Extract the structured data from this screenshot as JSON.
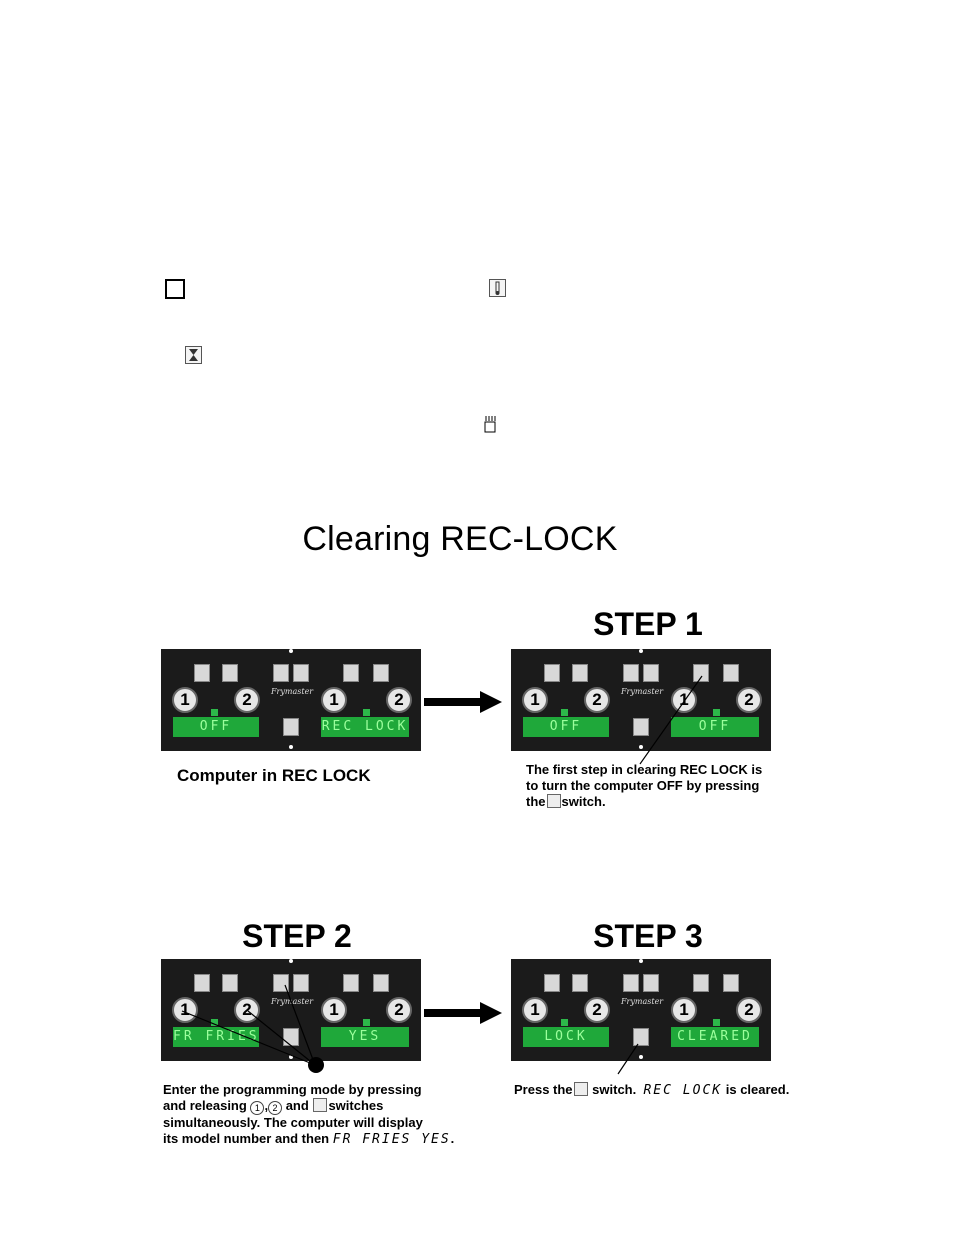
{
  "title": "Clearing REC-LOCK",
  "steps": {
    "step1": "STEP 1",
    "step2": "STEP 2",
    "step3": "STEP 3"
  },
  "panels": {
    "brand": "Frymaster",
    "initial": {
      "left_display": "OFF",
      "right_display": "REC LOCK"
    },
    "step1": {
      "left_display": "OFF",
      "right_display": "OFF"
    },
    "step2": {
      "left_display": "FR FRIES",
      "right_display": "YES"
    },
    "step3": {
      "left_display": "LOCK",
      "right_display": "CLEARED"
    },
    "button_1": "1",
    "button_2": "2"
  },
  "captions": {
    "initial": "Computer in REC LOCK",
    "step1_a": "The first step in clearing REC LOCK is",
    "step1_b": "to turn the computer OFF by pressing",
    "step1_c_pre": "the",
    "step1_c_post": "switch.",
    "step2_a": "Enter the programming mode by pressing",
    "step2_b_pre": "and releasing",
    "step2_b_and": "and",
    "step2_b_post": "switches",
    "step2_c": "simultaneously.  The computer will display",
    "step2_d_pre": "its model number and then",
    "step2_d_code": "FR FRIES  YES",
    "step3_pre": "Press the",
    "step3_mid": "switch.",
    "step3_code": "REC LOCK",
    "step3_post": "is cleared."
  }
}
